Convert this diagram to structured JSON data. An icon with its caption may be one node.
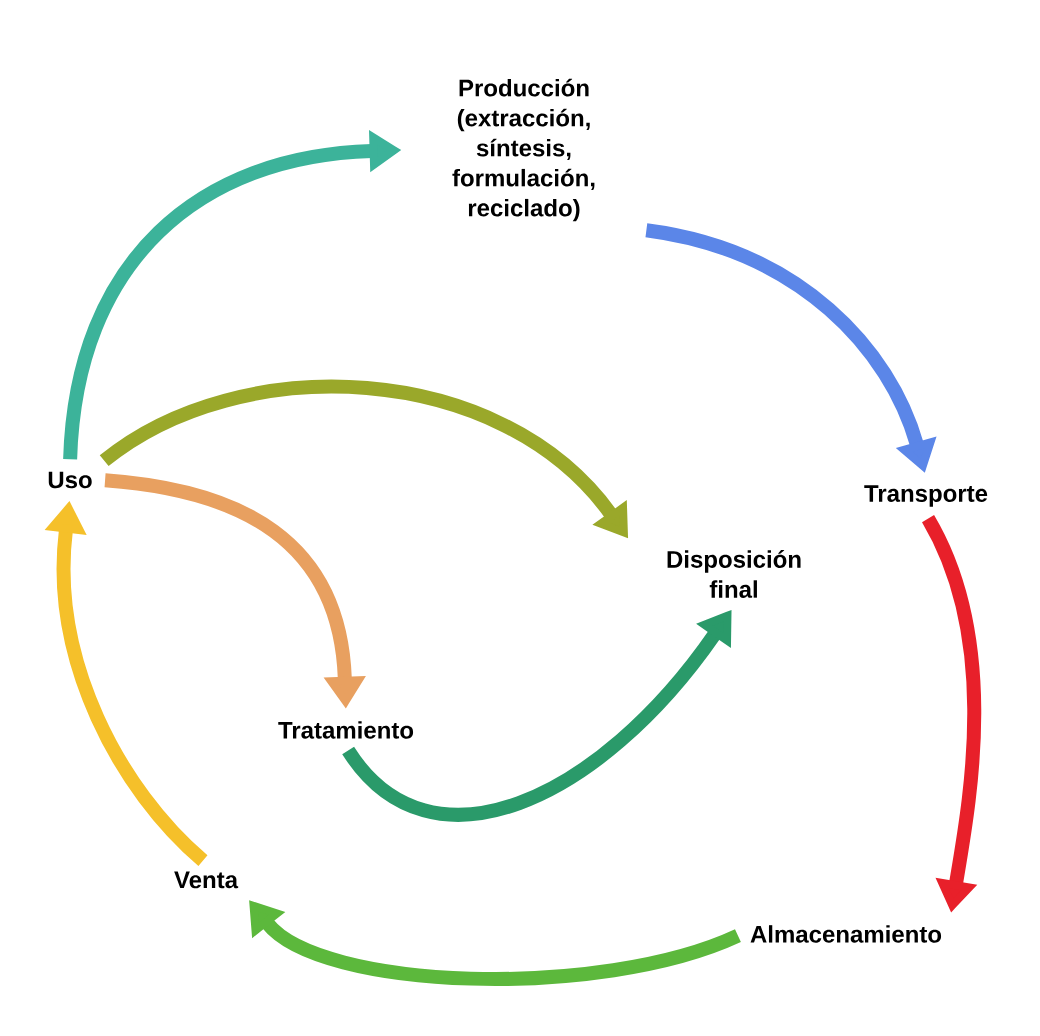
{
  "diagram": {
    "nodes": [
      {
        "text": [
          "Producción (extracción, síntesis, formulación, reciclado)"
        ]
      },
      {
        "text": [
          "Transporte"
        ]
      },
      {
        "text": [
          "Almacenamiento"
        ]
      },
      {
        "text": [
          "Venta"
        ]
      },
      {
        "text": [
          "Uso"
        ]
      },
      {
        "text": [
          "Disposición final"
        ]
      },
      {
        "text": [
          "Tratamiento"
        ]
      }
    ],
    "edges": [
      {
        "from": 4,
        "to": 0,
        "arrow": "to",
        "color": "#3cb39a"
      },
      {
        "from": 0,
        "to": 1,
        "arrow": "to",
        "color": "#5b86e8"
      },
      {
        "from": 1,
        "to": 2,
        "arrow": "to",
        "color": "#e8202a"
      },
      {
        "from": 2,
        "to": 3,
        "arrow": "to",
        "color": "#5cb83c"
      },
      {
        "from": 3,
        "to": 4,
        "arrow": "to",
        "color": "#f5c02a"
      },
      {
        "from": 4,
        "to": 5,
        "arrow": "to",
        "color": "#9aa82a"
      },
      {
        "from": 4,
        "to": 6,
        "arrow": "to",
        "color": "#e8a060"
      },
      {
        "from": 6,
        "to": 5,
        "arrow": "to",
        "color": "#2a9a6a"
      }
    ]
  }
}
